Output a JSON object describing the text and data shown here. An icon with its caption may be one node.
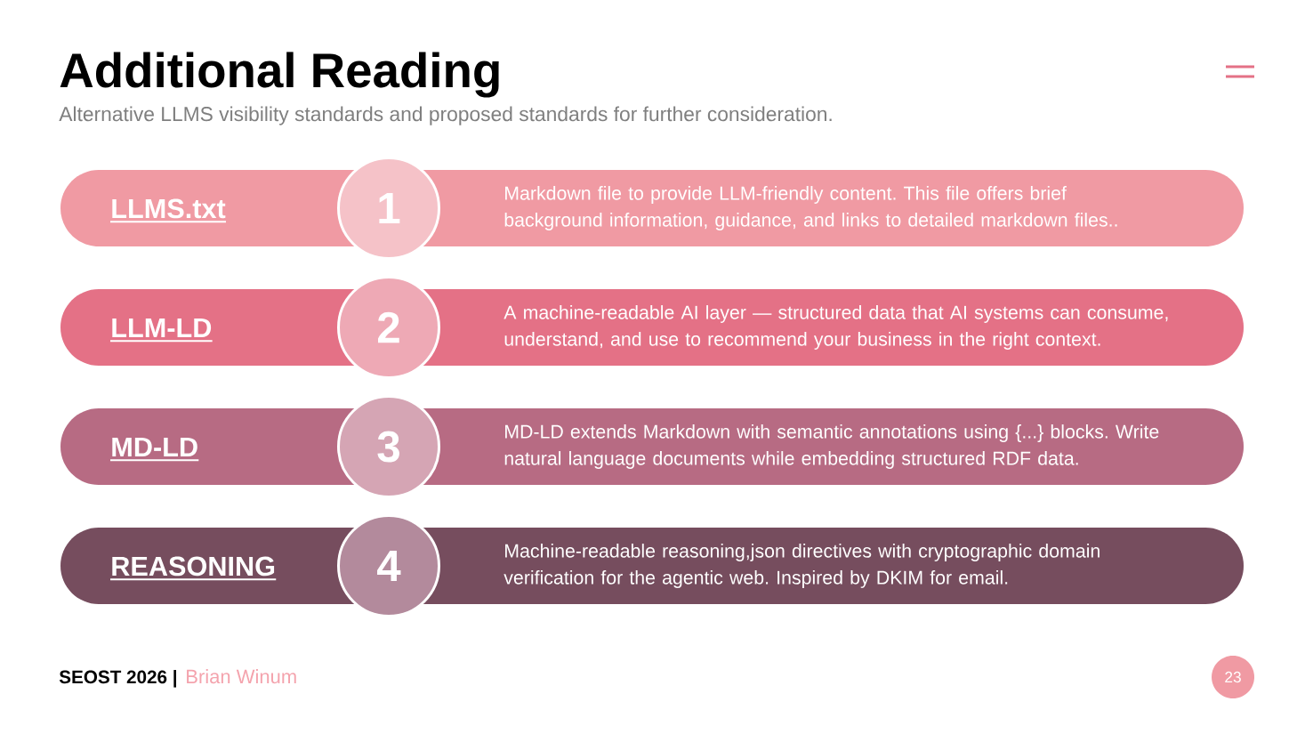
{
  "diagram": {
    "title": "Additional Reading",
    "nodes": [
      {
        "text": [
          "LLMS.txt",
          "Markdown file to provide LLM-friendly content. This file offers brief background information, guidance, and links to detailed markdown files.."
        ]
      },
      {
        "text": [
          "1"
        ]
      },
      {
        "text": [
          "LLM-LD",
          "A machine-readable AI layer — structured data that AI systems can consume, understand, and use to recommend your business in the right context."
        ]
      },
      {
        "text": [
          "2"
        ]
      },
      {
        "text": [
          "MD-LD",
          "MD-LD extends Markdown with semantic annotations using {...} blocks. Write natural language documents while embedding structured RDF data."
        ]
      },
      {
        "text": [
          "3"
        ]
      },
      {
        "text": [
          "REASONING",
          "Machine-readable reasoning,json directives with cryptographic domain verification for the agentic web. Inspired by DKIM for email."
        ]
      },
      {
        "text": [
          "4"
        ]
      },
      {
        "text": [
          "23"
        ]
      }
    ],
    "labels": [
      "Alternative LLMS visibility standards and proposed standards for further consideration.",
      "SEOST 2026 |",
      "Brian Winum"
    ]
  }
}
